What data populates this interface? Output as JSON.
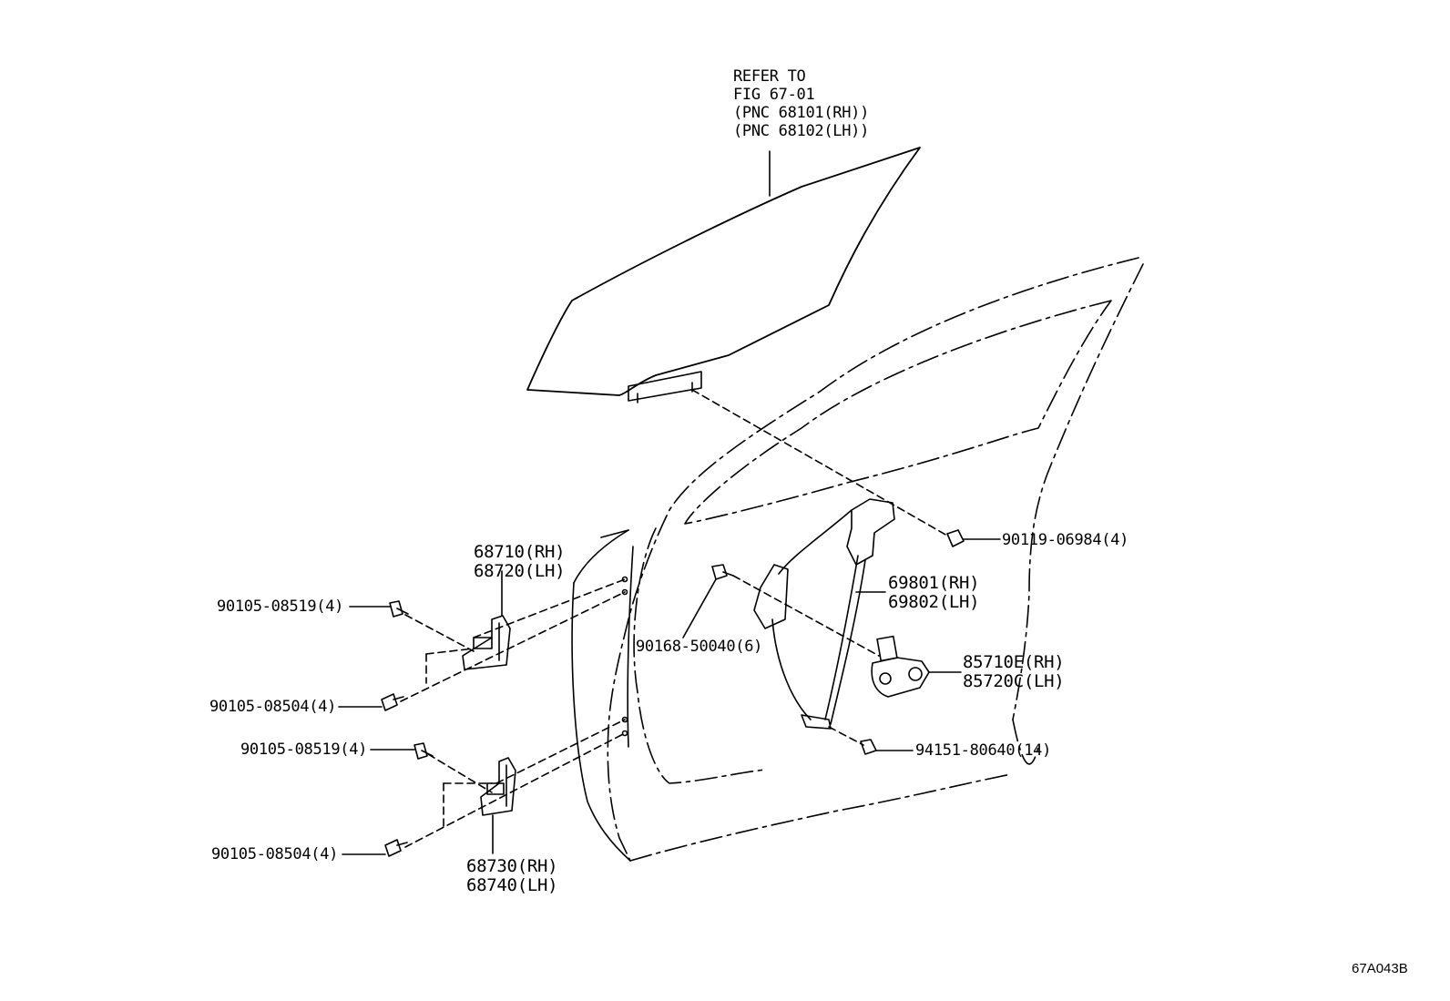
{
  "diagram_code": "67A043B",
  "glass_reference": {
    "line1": "REFER TO",
    "line2": "FIG 67-01",
    "line3": "(PNC 68101(RH))",
    "line4": "(PNC 68102(LH))"
  },
  "parts": {
    "upper_hinge_rh": "68710(RH)",
    "upper_hinge_lh": "68720(LH)",
    "lower_hinge_rh": "68730(RH)",
    "lower_hinge_lh": "68740(LH)",
    "regulator_rh": "69801(RH)",
    "regulator_lh": "69802(LH)",
    "motor_rh": "85710E(RH)",
    "motor_lh": "85720C(LH)"
  },
  "fasteners": {
    "bolt_upper_1": "90105-08519(4)",
    "bolt_upper_2": "90105-08504(4)",
    "bolt_lower_1": "90105-08519(4)",
    "bolt_lower_2": "90105-08504(4)",
    "regulator_bolt": "90119-06984(4)",
    "clip_bolt": "90168-50040(6)",
    "nut": "94151-80640(14)"
  },
  "colors": {
    "line": "#000000",
    "background": "#ffffff"
  }
}
